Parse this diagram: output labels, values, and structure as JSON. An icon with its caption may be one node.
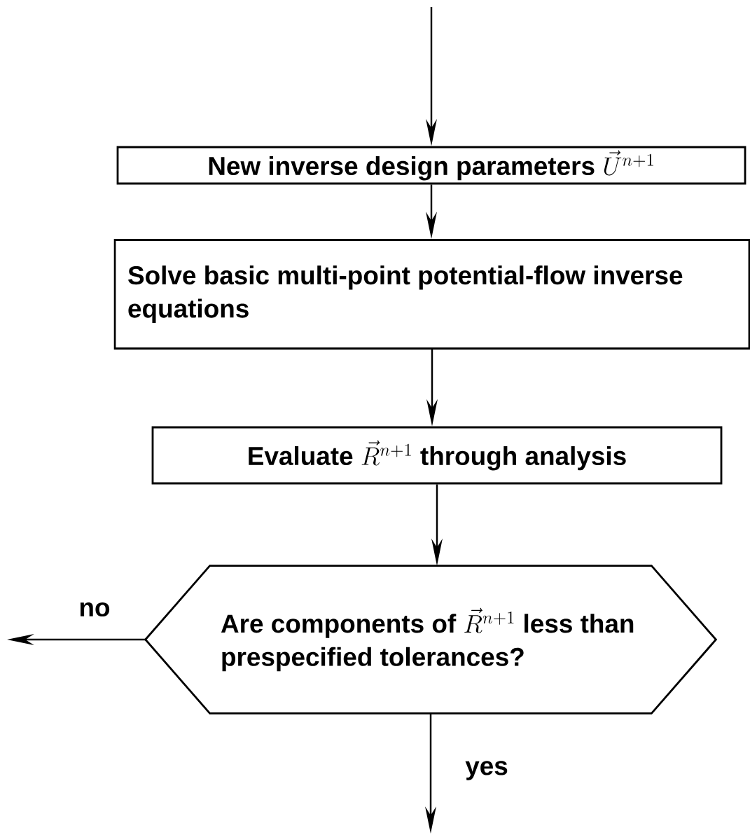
{
  "diagram": {
    "nodes": [
      {
        "text": [
          "New inverse design parameters",
          "\\vec{U}^{n+1}"
        ]
      },
      {
        "text": [
          "Solve basic multi-point potential-flow inverse equations"
        ]
      },
      {
        "text": [
          "Evaluate",
          "\\vec{R}^{n+1}",
          "through analysis"
        ]
      },
      {
        "text": [
          "Are components of",
          "\\vec{R}^{n+1}",
          "less than prespecified tolerances?"
        ]
      }
    ],
    "edges": [
      {
        "from": null,
        "to": 0,
        "arrow": "to"
      },
      {
        "from": 0,
        "to": 1,
        "arrow": "to"
      },
      {
        "from": 1,
        "to": 2,
        "arrow": "to"
      },
      {
        "from": 2,
        "to": 3,
        "arrow": "to"
      },
      {
        "from": 3,
        "to": null,
        "arrow": "to",
        "label": "no"
      },
      {
        "from": 3,
        "to": null,
        "arrow": "to",
        "label": "yes"
      }
    ]
  }
}
